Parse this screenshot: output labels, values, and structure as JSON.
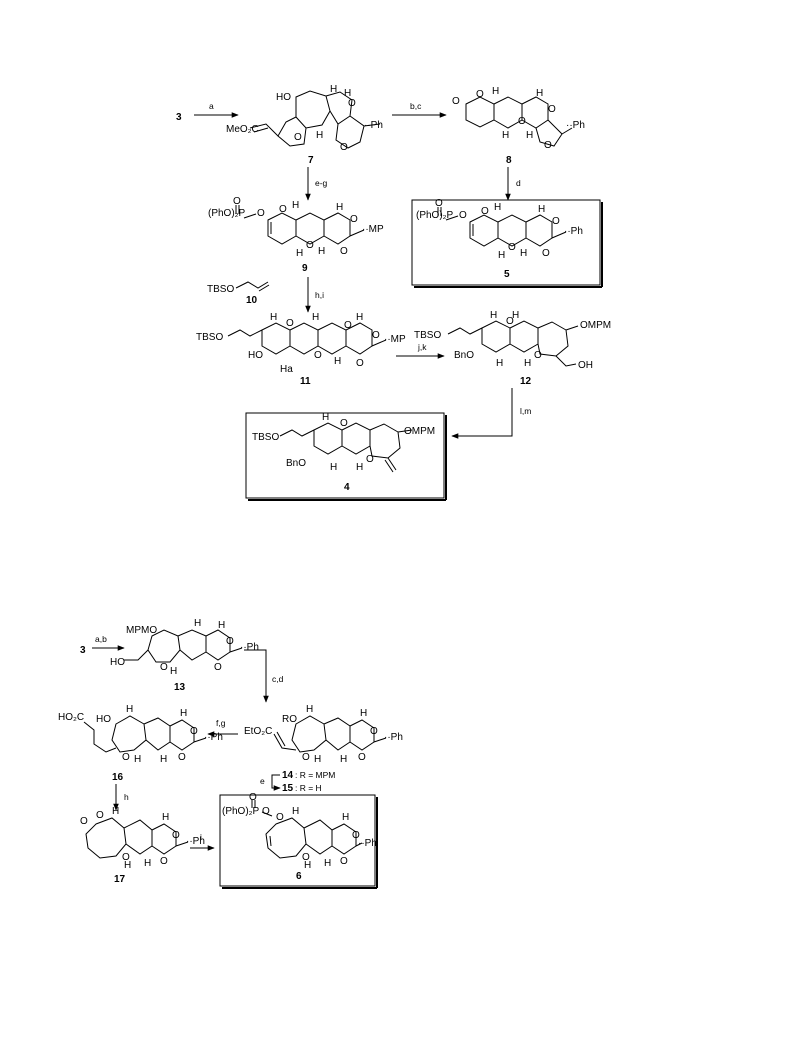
{
  "scheme1": {
    "start": "3",
    "steps": {
      "a": "a",
      "bc": "b,c",
      "eg": "e-g",
      "d": "d",
      "hi": "h,i",
      "jk": "j,k",
      "lm": "l,m"
    },
    "compounds": {
      "c7": {
        "num": "7",
        "labels": [
          "HO",
          "H",
          "H",
          "MeO₂C",
          "O",
          "O",
          "O",
          "H",
          "··Ph"
        ]
      },
      "c8": {
        "num": "8",
        "labels": [
          "O",
          "O",
          "H",
          "H",
          "O",
          "O",
          "O",
          "H",
          "H",
          "··Ph"
        ]
      },
      "c9": {
        "num": "9",
        "labels": [
          "(PhO)₂P",
          "O",
          "O",
          "O",
          "H",
          "H",
          "O",
          "O",
          "O",
          "H",
          "H",
          "··MP"
        ]
      },
      "c5": {
        "num": "5",
        "labels": [
          "(PhO)₂P",
          "O",
          "O",
          "O",
          "H",
          "H",
          "O",
          "O",
          "O",
          "H",
          "H",
          "··Ph"
        ]
      },
      "c10": {
        "num": "10",
        "labels": [
          "TBSO"
        ]
      },
      "c11": {
        "num": "11",
        "labels": [
          "TBSO",
          "H",
          "H",
          "O",
          "O",
          "HO",
          "Ha",
          "H",
          "O",
          "O",
          "O",
          "H",
          "··MP"
        ]
      },
      "c12": {
        "num": "12",
        "labels": [
          "TBSO",
          "H",
          "H",
          "O",
          "O",
          "BnO",
          "H",
          "H",
          "OMPM",
          "OH"
        ]
      },
      "c4": {
        "num": "4",
        "labels": [
          "TBSO",
          "H",
          "O",
          "BnO",
          "H",
          "H",
          "O",
          "OMPM"
        ]
      }
    }
  },
  "scheme2": {
    "start": "3",
    "steps": {
      "ab": "a,b",
      "cd": "c,d",
      "fg": "f,g",
      "e": "e",
      "h": "h",
      "i": "i"
    },
    "compounds": {
      "c13": {
        "num": "13",
        "labels": [
          "MPMO",
          "H",
          "H",
          "HO",
          "O",
          "O",
          "O",
          "H",
          "··Ph"
        ]
      },
      "c16": {
        "num": "16",
        "labels": [
          "HO₂C",
          "HO",
          "H",
          "H",
          "O",
          "O",
          "O",
          "H",
          "H",
          "··Ph"
        ]
      },
      "c14": {
        "num": "14",
        "labels": [
          "EtO₂C",
          "RO",
          "H",
          "H",
          "O",
          "O",
          "O",
          "H",
          "H",
          "··Ph"
        ],
        "note": ": R = MPM"
      },
      "c15": {
        "num": "15",
        "note": ": R = H"
      },
      "c17": {
        "num": "17",
        "labels": [
          "O",
          "O",
          "H",
          "H",
          "O",
          "O",
          "O",
          "H",
          "H",
          "··Ph"
        ]
      },
      "c6": {
        "num": "6",
        "labels": [
          "(PhO)₂P",
          "O",
          "O",
          "O",
          "H",
          "H",
          "O",
          "O",
          "O",
          "H",
          "H",
          "··Ph"
        ]
      }
    }
  }
}
